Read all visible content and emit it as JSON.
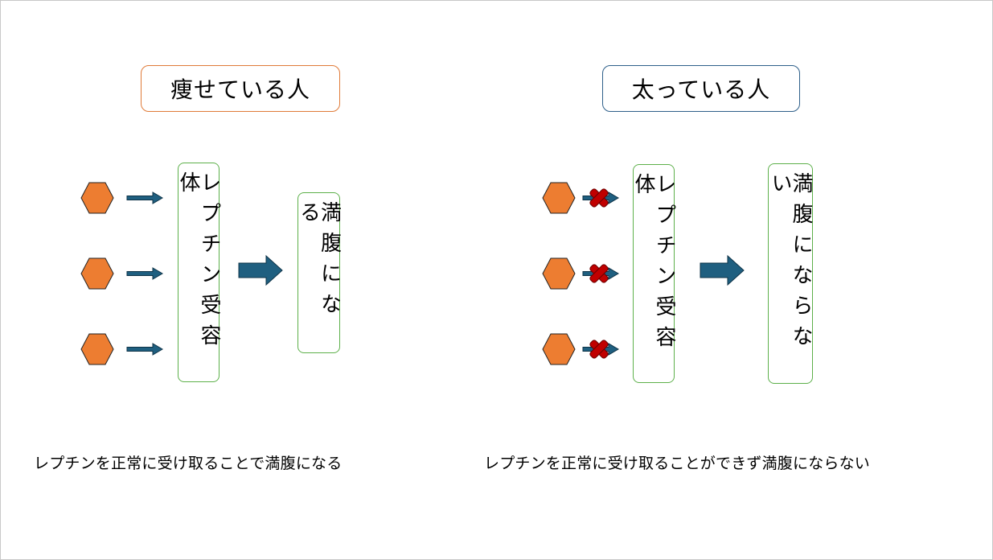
{
  "left_panel": {
    "title": "痩せている人",
    "receptor_label": "レプチン受容体",
    "result_label": "満腹になる",
    "caption": "レプチンを正常に受け取ることで満腹になる"
  },
  "right_panel": {
    "title": "太っている人",
    "receptor_label": "レプチン受容体",
    "result_label": "満腹にならない",
    "caption": "レプチンを正常に受け取ることができず満腹にならない"
  },
  "colors": {
    "hexagon_fill": "#ed7d31",
    "arrow_fill": "#1f5f80",
    "cross_fill": "#c00000",
    "thin_border": "#e07b39",
    "thick_border": "#2e5f8a",
    "receptor_border": "#5db04a"
  },
  "icons": [
    "leptin-hexagon-icon",
    "arrow-right-icon",
    "blocked-cross-icon"
  ]
}
